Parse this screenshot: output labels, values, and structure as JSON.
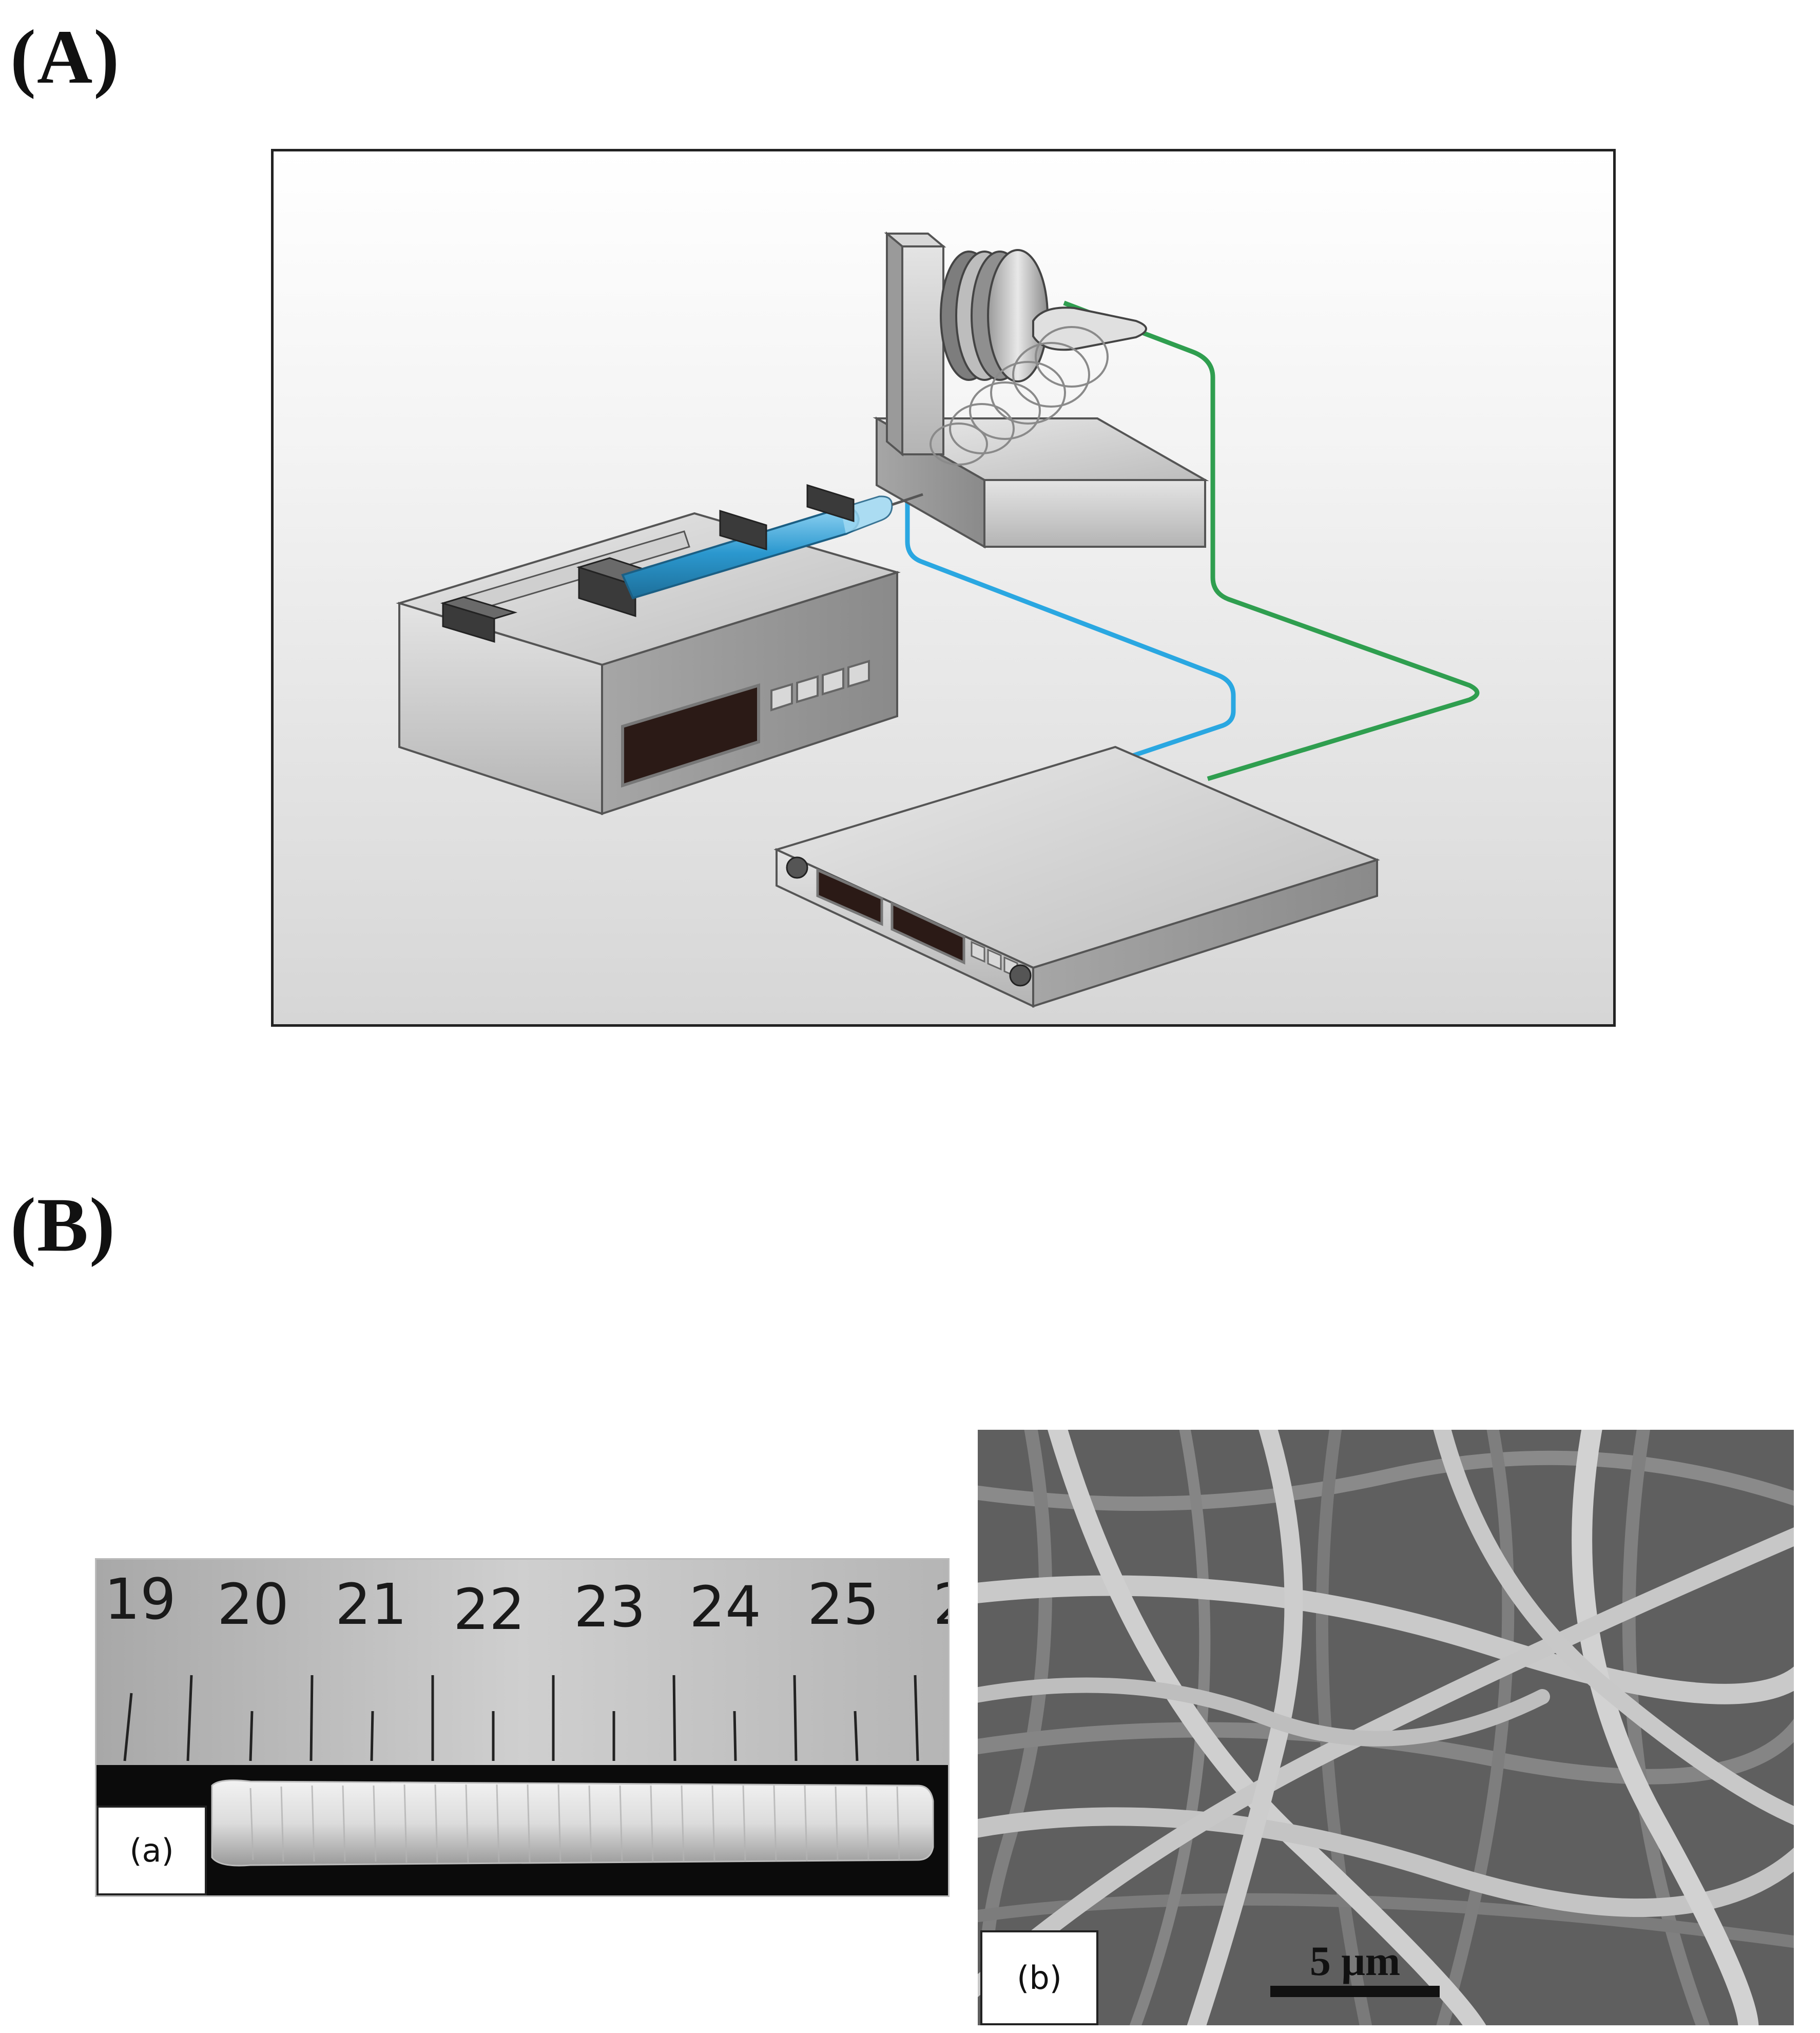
{
  "panels": {
    "a": {
      "label": "(A)"
    },
    "b": {
      "label": "(B)"
    }
  },
  "photo_a": {
    "sublabel": "(a)",
    "ruler_numbers": [
      "19",
      "20",
      "21",
      "22",
      "23",
      "24",
      "25",
      "2"
    ]
  },
  "photo_b": {
    "sublabel": "(b)",
    "scale_text": "5 μm"
  },
  "colors": {
    "wire_blue": "#2aa7e1",
    "wire_green": "#2f9e4f",
    "syringe_blue": "#3aa7d8"
  }
}
